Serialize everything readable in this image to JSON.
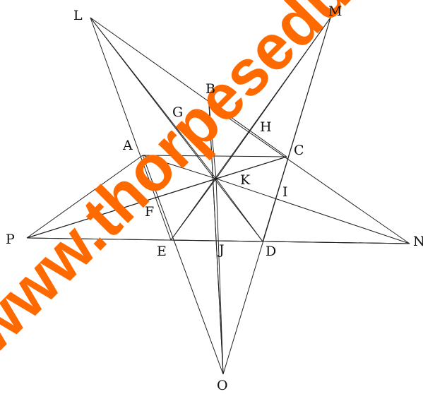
{
  "figure": {
    "line_color": "#222222",
    "background": "#ffffff",
    "points": [
      {
        "name": "L",
        "label": "L"
      },
      {
        "name": "M",
        "label": "M"
      },
      {
        "name": "N",
        "label": "N"
      },
      {
        "name": "O",
        "label": "O"
      },
      {
        "name": "P",
        "label": "P"
      },
      {
        "name": "A",
        "label": "A"
      },
      {
        "name": "B",
        "label": "B"
      },
      {
        "name": "C",
        "label": "C"
      },
      {
        "name": "D",
        "label": "D"
      },
      {
        "name": "E",
        "label": "E"
      },
      {
        "name": "F",
        "label": "F"
      },
      {
        "name": "G",
        "label": "G"
      },
      {
        "name": "H",
        "label": "H"
      },
      {
        "name": "I",
        "label": "I"
      },
      {
        "name": "J",
        "label": "J"
      },
      {
        "name": "K",
        "label": "K"
      }
    ],
    "segments": [
      [
        "L",
        "D"
      ],
      [
        "D",
        "M"
      ],
      [
        "M",
        "E"
      ],
      [
        "E",
        "N"
      ],
      [
        "N",
        "B"
      ],
      [
        "B",
        "O"
      ],
      [
        "O",
        "A"
      ],
      [
        "A",
        "P"
      ],
      [
        "P",
        "C"
      ],
      [
        "C",
        "L"
      ],
      [
        "L",
        "E"
      ],
      [
        "M",
        "O"
      ],
      [
        "N",
        "P"
      ],
      [
        "O",
        "B"
      ],
      [
        "P",
        "C"
      ],
      [
        "L",
        "K"
      ],
      [
        "M",
        "K"
      ],
      [
        "N",
        "K"
      ],
      [
        "O",
        "K"
      ],
      [
        "P",
        "K"
      ],
      [
        "A",
        "K"
      ],
      [
        "B",
        "K"
      ],
      [
        "C",
        "K"
      ],
      [
        "D",
        "K"
      ],
      [
        "E",
        "K"
      ],
      [
        "P",
        "N"
      ],
      [
        "A",
        "C"
      ]
    ]
  },
  "watermark": {
    "text": "www.thorpeseduca",
    "color": "#ff6a00"
  }
}
